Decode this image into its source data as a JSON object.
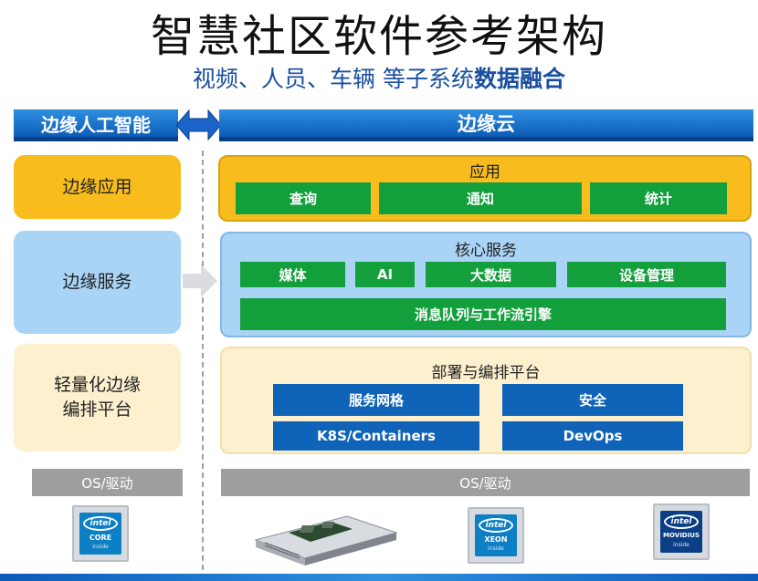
{
  "title": "智慧社区软件参考架构",
  "subtitle": {
    "prefix": "视频、人员、车辆 等子系统",
    "emphasis": "数据融合"
  },
  "left": {
    "header": "边缘人工智能",
    "edge_app": "边缘应用",
    "edge_service": "边缘服务",
    "edge_orch_line1": "轻量化边缘",
    "edge_orch_line2": "编排平台",
    "os": "OS/驱动"
  },
  "right": {
    "header": "边缘云",
    "app_panel": {
      "title": "应用",
      "items": [
        "查询",
        "通知",
        "统计"
      ]
    },
    "core_panel": {
      "title": "核心服务",
      "items": [
        "媒体",
        "AI",
        "大数据",
        "设备管理"
      ],
      "engine": "消息队列与工作流引擎"
    },
    "deploy_panel": {
      "title": "部署与编排平台",
      "items": [
        "服务网格",
        "安全",
        "K8S/Containers",
        "DevOps"
      ]
    },
    "os": "OS/驱动"
  },
  "chips": [
    {
      "brand": "intel",
      "name": "CORE",
      "sub": "inside"
    },
    {
      "brand": "intel",
      "name": "XEON",
      "sub": "inside"
    },
    {
      "brand": "intel",
      "name": "MOVIDIUS",
      "sub": "inside"
    }
  ],
  "colors": {
    "header_blue": "#0c5cb8",
    "app_yellow": "#f8bd1c",
    "service_blue": "#a9d4f6",
    "orch_cream": "#fdf0cf",
    "green": "#149f3d",
    "dark_blue": "#0f63b8",
    "os_gray": "#9e9e9e"
  }
}
